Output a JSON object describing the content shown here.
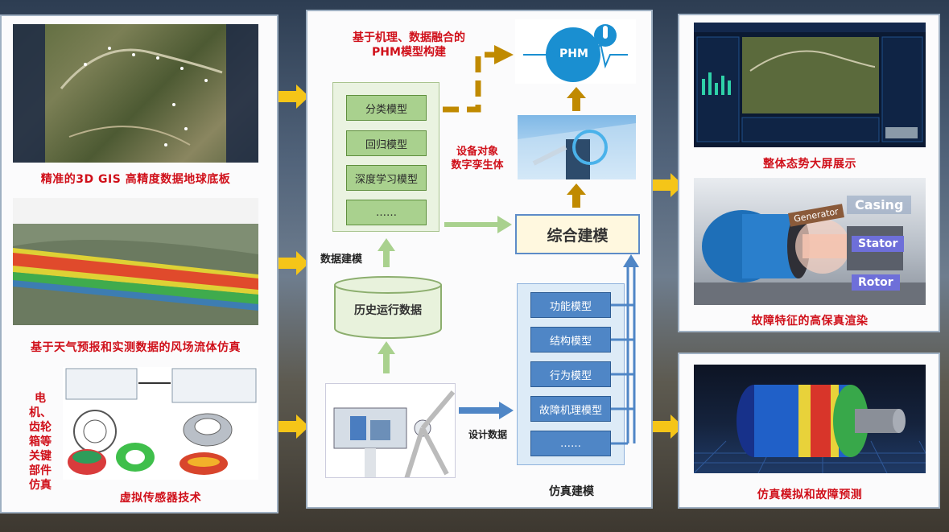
{
  "left": {
    "caption_gis": "精准的3D GIS 高精度数据地球底板",
    "caption_flow": "基于天气预报和实测数据的风场流体仿真",
    "caption_sensor": "虚拟传感器技术",
    "vertical_label": [
      "电",
      "机、",
      "齿轮",
      "箱等",
      "关键",
      "部件",
      "仿真"
    ]
  },
  "middle": {
    "phm_title_line1": "基于机理、数据融合的",
    "phm_title_line2": "PHM模型构建",
    "phm_logo_text": "PHM",
    "data_models": [
      "分类模型",
      "回归模型",
      "深度学习模型",
      "……"
    ],
    "data_modeling_label": "数据建模",
    "history_data": "历史运行数据",
    "digital_twin_line1": "设备对象",
    "digital_twin_line2": "数字孪生体",
    "integrated_modeling": "综合建模",
    "sim_models": [
      "功能模型",
      "结构模型",
      "行为模型",
      "故障机理模型",
      "……"
    ],
    "design_data": "设计数据",
    "sim_modeling_label": "仿真建模"
  },
  "right": {
    "caption_dashboard": "整体态势大屏展示",
    "caption_render": "故障特征的高保真渲染",
    "caption_predict": "仿真模拟和故障预测",
    "render_labels": [
      "Generator",
      "Casing",
      "Stator",
      "Rotor"
    ]
  },
  "colors": {
    "caption_red": "#d0101a",
    "arrow_gold": "#f5c518",
    "flow_green": "#a9d18e",
    "flow_blue": "#4f86c6",
    "phm_arrow": "#c08a00"
  }
}
